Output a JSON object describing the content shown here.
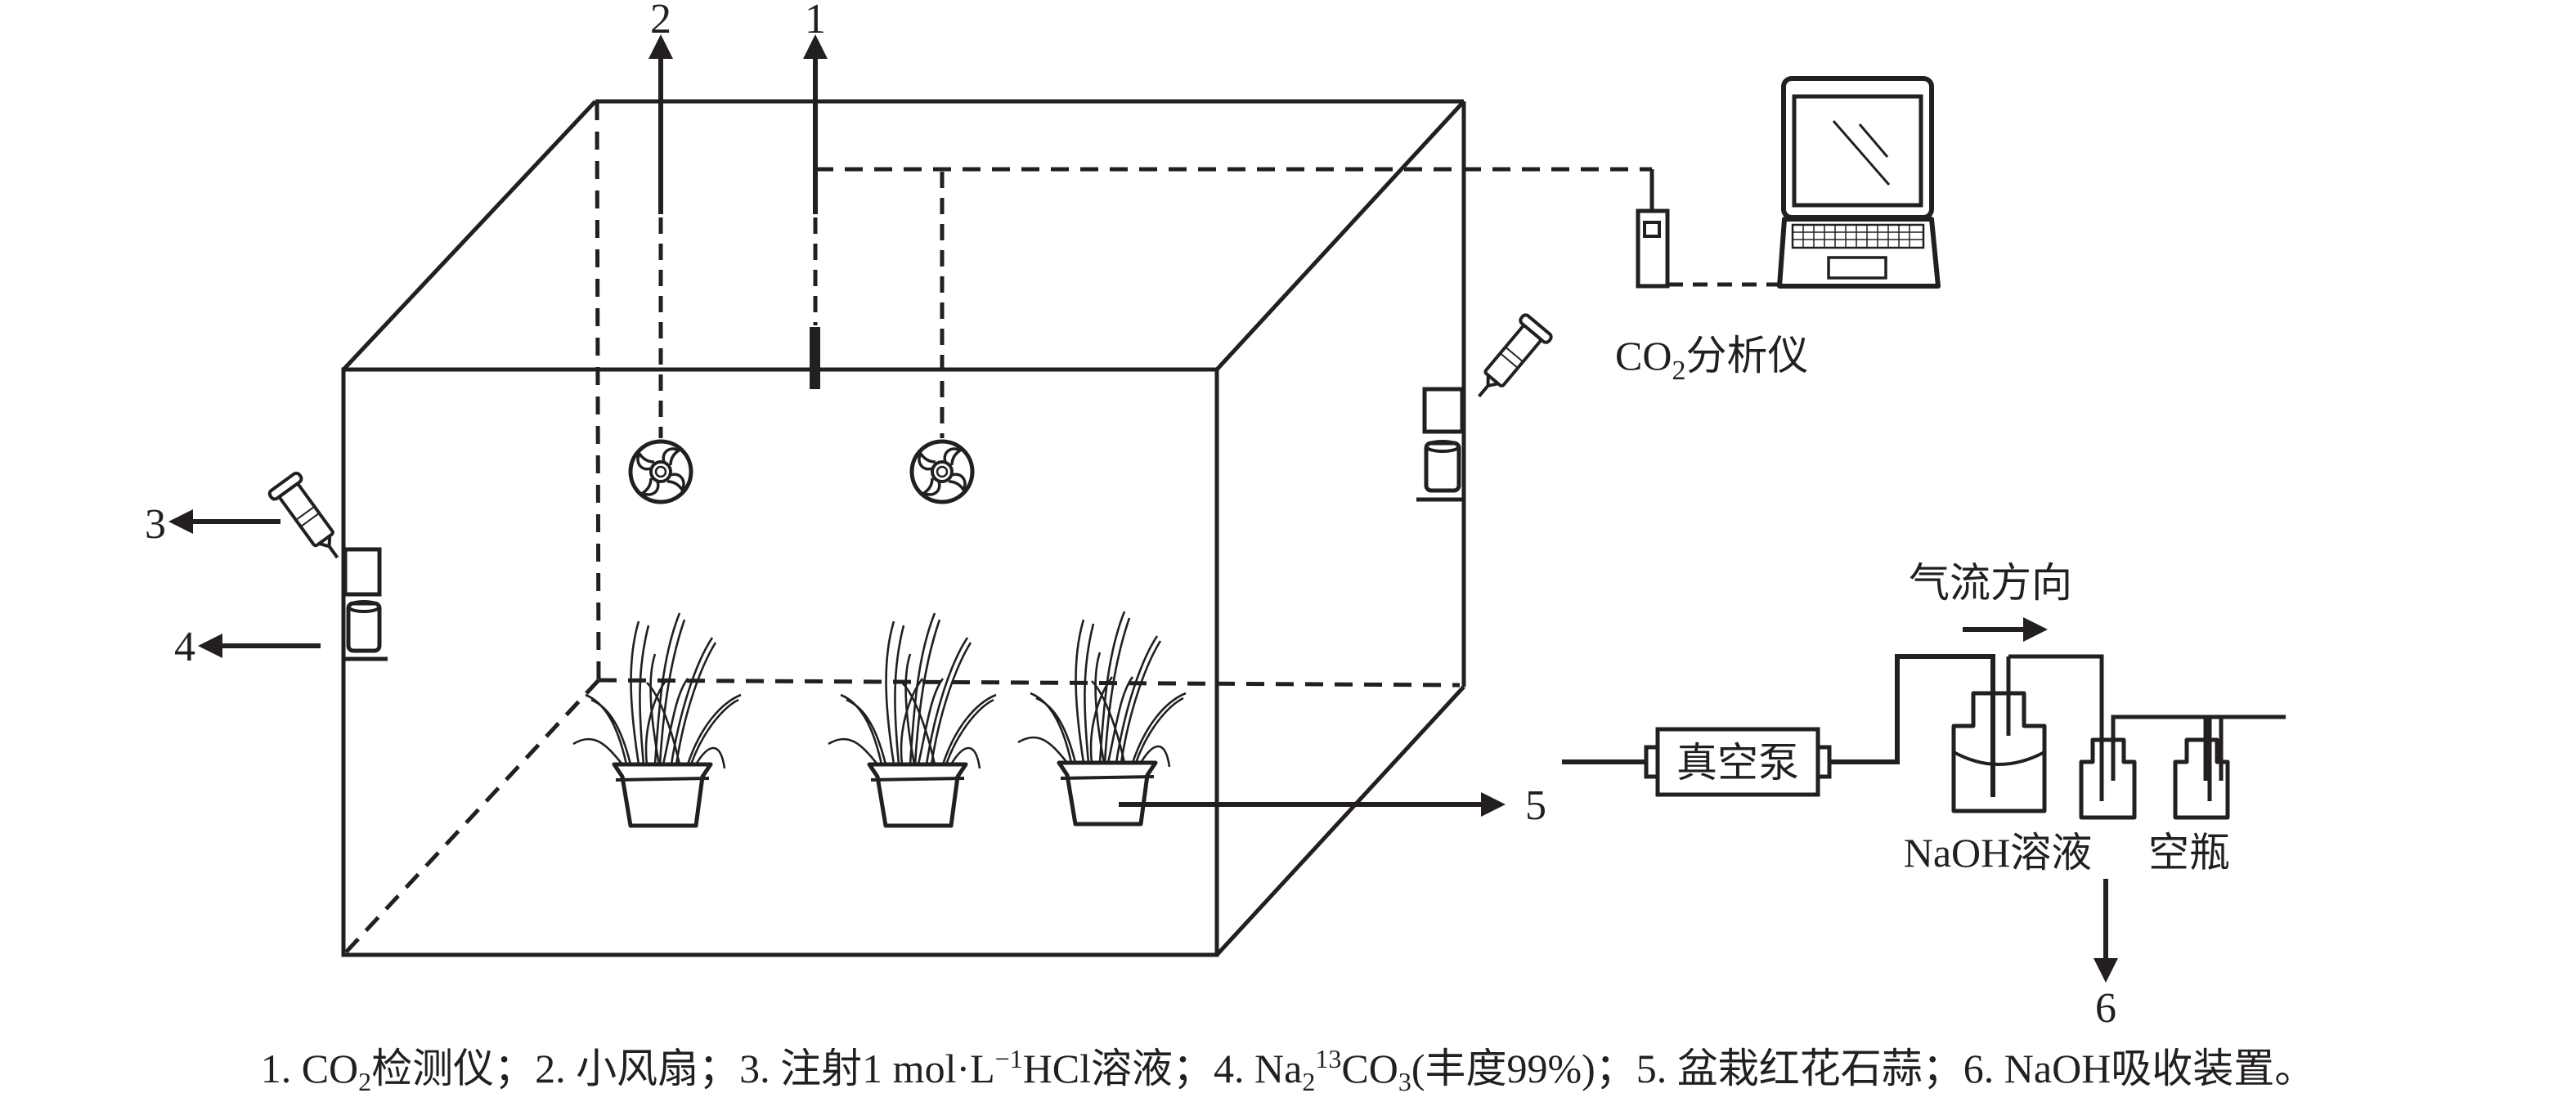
{
  "figure": {
    "callouts": {
      "n1": "1",
      "n2": "2",
      "n3": "3",
      "n4": "4",
      "n5": "5",
      "n6": "6"
    },
    "labels": {
      "analyzer_prefix": "CO",
      "analyzer_sub": "2",
      "analyzer_suffix": "分析仪",
      "airflow": "气流方向",
      "pump": "真空泵",
      "naoh_bottle": "NaOH溶液",
      "empty_bottle": "空瓶"
    },
    "caption": {
      "p1": "1. CO",
      "p1_sub": "2",
      "p2": "检测仪；2. 小风扇；3. 注射1 mol·L",
      "p2_sup": "−1",
      "p3": "HCl溶液；4. Na",
      "p3_sub": "2",
      "p3_sup": "13",
      "p4": "CO",
      "p4_sub": "3",
      "p5": "(丰度99%)；5. 盆栽红花石蒜；6. NaOH吸收装置。"
    },
    "colors": {
      "ink": "#231f20",
      "background": "#ffffff"
    }
  }
}
